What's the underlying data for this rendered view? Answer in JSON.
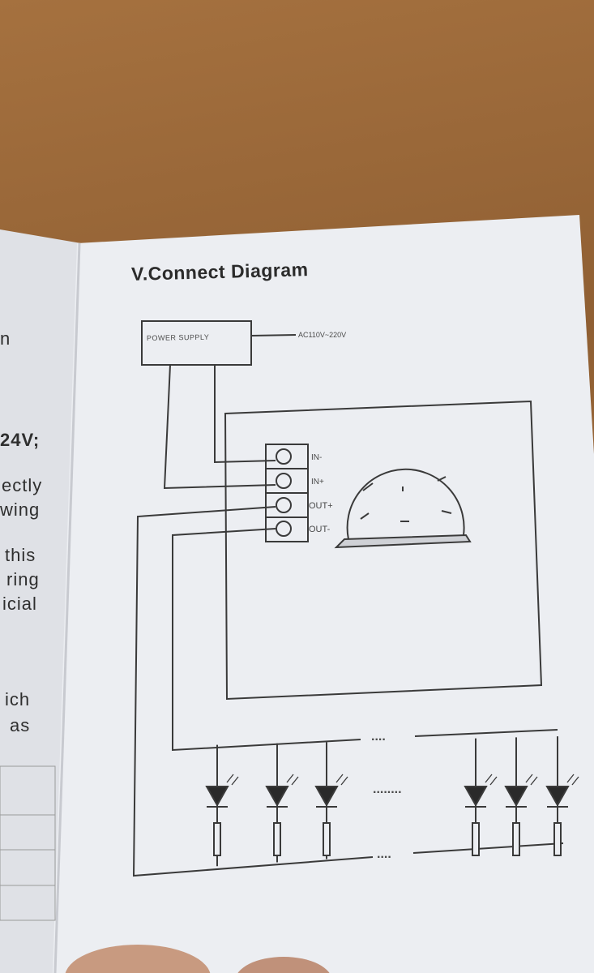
{
  "page": {
    "title": "V.Connect Diagram",
    "left_page_fragments": [
      "n",
      "24V;",
      "ectly",
      "wing",
      "this",
      "ring",
      "icial",
      "ich",
      "as"
    ]
  },
  "diagram": {
    "power_supply_label": "POWER SUPPLY",
    "ac_input_label": "AC110V~220V",
    "terminals": [
      "IN-",
      "IN+",
      "OUT+",
      "OUT-"
    ],
    "top_rail_ellipsis": "....",
    "middle_ellipsis": "........",
    "bottom_rail_ellipsis": "....",
    "led_count_shown": 6
  },
  "colors": {
    "wood": "#9c6b3c",
    "paper": "#e9ebf0",
    "ink": "#3a3a3a"
  }
}
